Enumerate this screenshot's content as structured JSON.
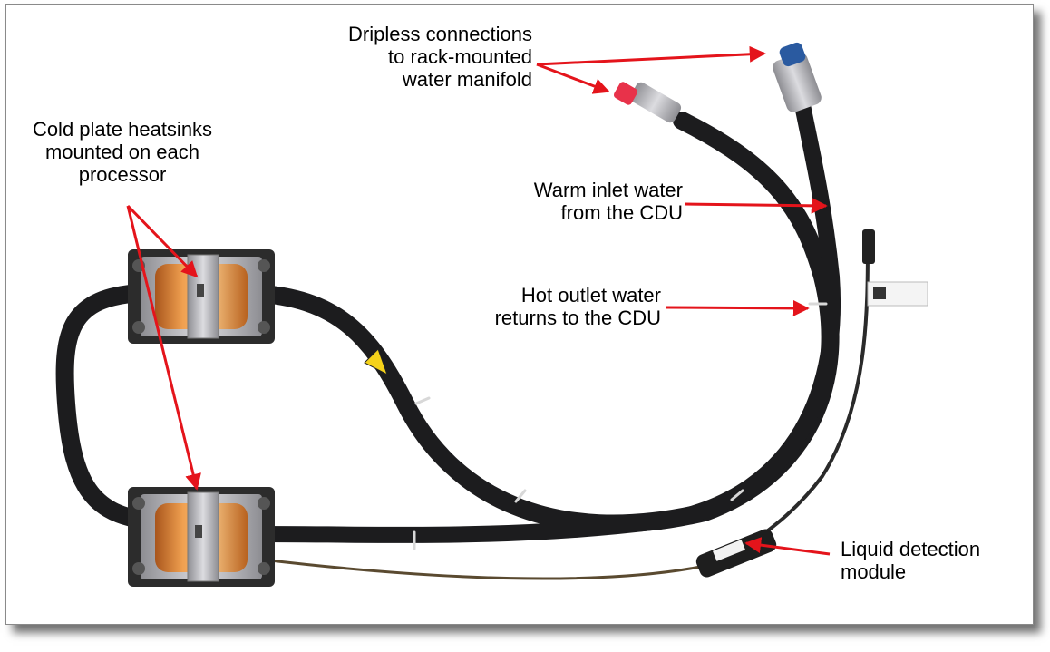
{
  "colors": {
    "arrow": "#e4141b",
    "hose": "#1c1c1e",
    "copper": "#e0873a",
    "metal": "#b9b9bd",
    "cap_red": "#e8324a",
    "cap_blue": "#2a5aa0",
    "sensor_wire": "#5a4a30"
  },
  "labels": {
    "dripless": [
      "Dripless connections",
      "to rack-mounted",
      "water manifold"
    ],
    "cold_plate": [
      "Cold plate heatsinks",
      "mounted on each",
      "processor"
    ],
    "warm_inlet": [
      "Warm inlet water",
      "from the CDU"
    ],
    "hot_outlet": [
      "Hot outlet water",
      "returns to the CDU"
    ],
    "liquid_detection": [
      "Liquid detection",
      "module"
    ]
  }
}
